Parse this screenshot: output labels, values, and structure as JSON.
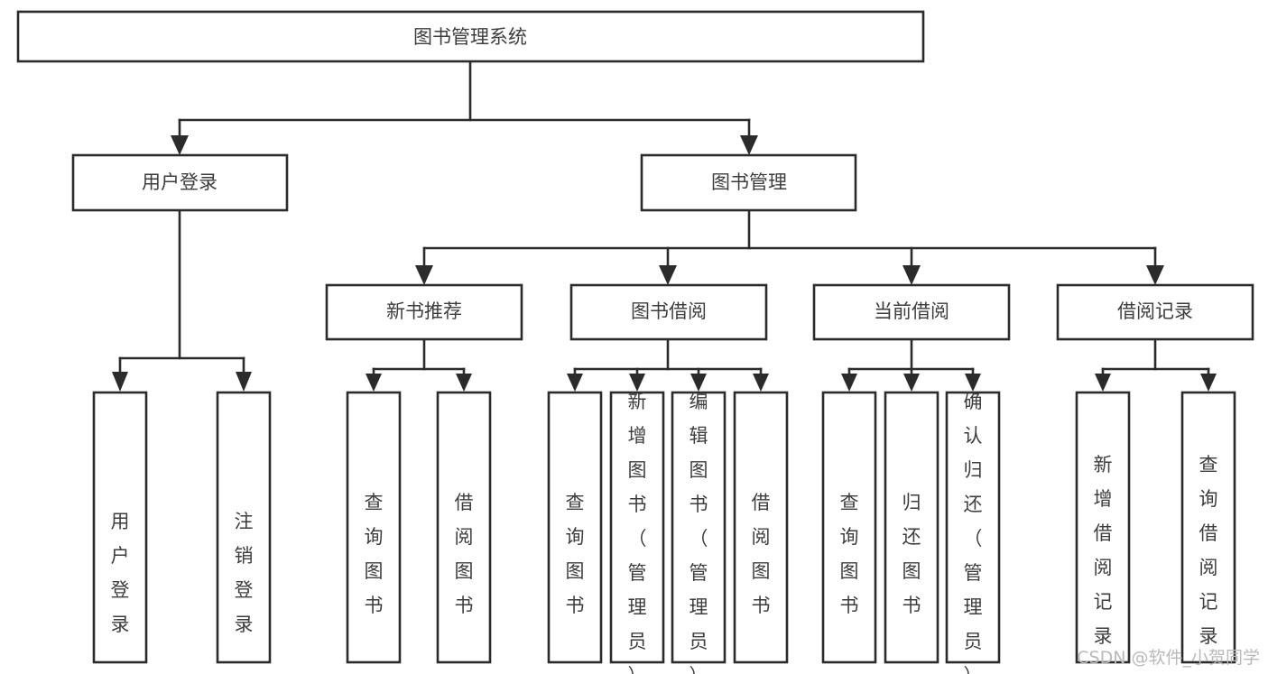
{
  "diagram": {
    "title": "图书管理系统",
    "type": "tree",
    "orientation": "top-down",
    "colors": {
      "box_fill": "#ffffff",
      "box_stroke": "#2b2b2b",
      "text": "#3d3d3d",
      "connector": "#2b2b2b",
      "watermark": "#b9b9b9",
      "background": "#ffffff"
    },
    "root": {
      "label": "图书管理系统"
    },
    "level2": [
      {
        "label": "用户登录"
      },
      {
        "label": "图书管理"
      }
    ],
    "level3": [
      {
        "label": "新书推荐"
      },
      {
        "label": "图书借阅"
      },
      {
        "label": "当前借阅"
      },
      {
        "label": "借阅记录"
      }
    ],
    "leaves": {
      "user_login": [
        {
          "label": "用户登录"
        },
        {
          "label": "注销登录"
        }
      ],
      "new_book_recommend": [
        {
          "label": "查询图书"
        },
        {
          "label": "借阅图书"
        }
      ],
      "book_borrow": [
        {
          "label": "查询图书"
        },
        {
          "label": "新增图书（管理员）"
        },
        {
          "label": "编辑图书（管理员）"
        },
        {
          "label": "借阅图书"
        }
      ],
      "current_borrow": [
        {
          "label": "查询图书"
        },
        {
          "label": "归还图书"
        },
        {
          "label": "确认归还（管理员）"
        }
      ],
      "borrow_record": [
        {
          "label": "新增借阅记录"
        },
        {
          "label": "查询借阅记录"
        }
      ]
    }
  },
  "watermark": {
    "text": "CSDN @软件_小贺同学"
  }
}
